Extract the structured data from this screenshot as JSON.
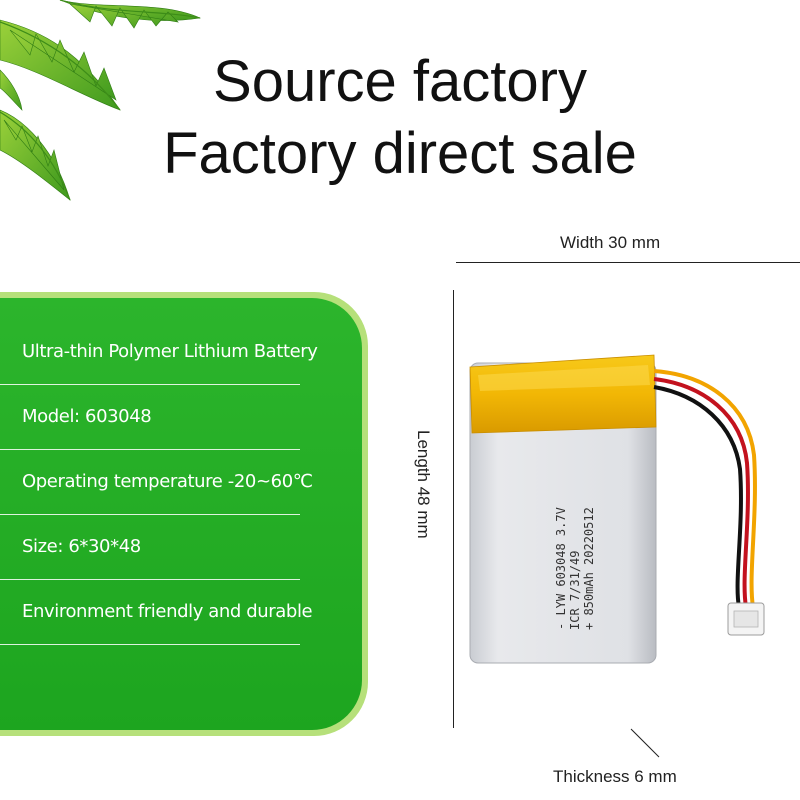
{
  "header": {
    "line1": "Source factory",
    "line2": "Factory direct sale"
  },
  "dimensions": {
    "width_label": "Width 30 mm",
    "length_label": "Length 48 mm",
    "thickness_label": "Thickness 6 mm"
  },
  "specs": [
    {
      "text": "Ultra-thin Polymer Lithium Battery"
    },
    {
      "text": "Model: 603048"
    },
    {
      "text": "Operating temperature -20~60℃"
    },
    {
      "text": "Size: 6*30*48"
    },
    {
      "text": "Environment friendly and durable"
    }
  ],
  "battery_label": {
    "line1": "- LYW 603048 3.7V",
    "line2": "  ICR 7/31/49",
    "line3": "+ 850mAh 20220512"
  },
  "colors": {
    "panel_green": "#22ac24",
    "battery_yellow": "#f2b705",
    "battery_silver": "#d9dbe0"
  }
}
